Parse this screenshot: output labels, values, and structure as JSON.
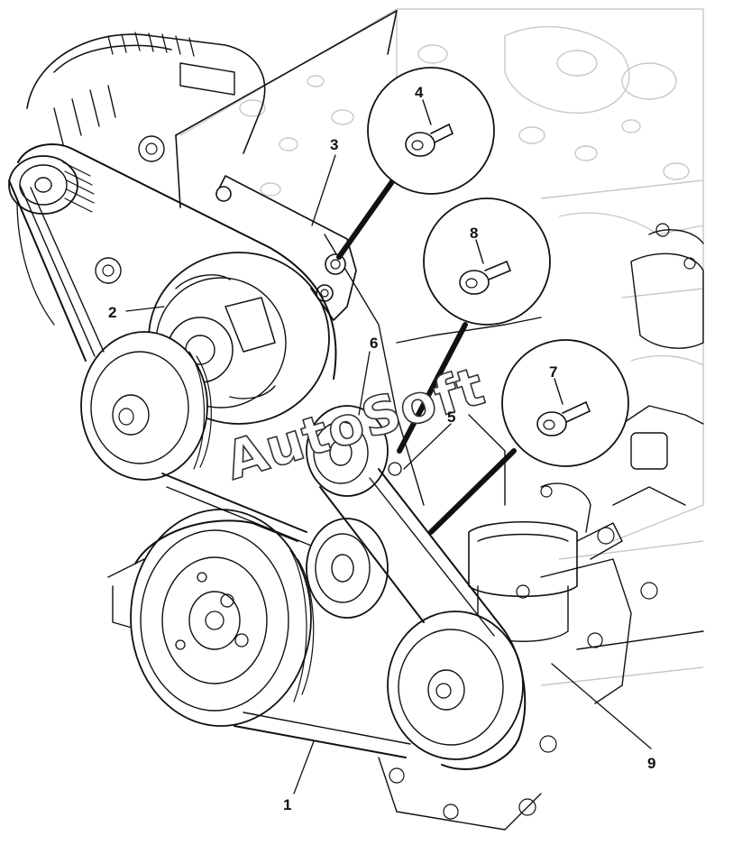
{
  "callouts": {
    "c1": "1",
    "c2": "2",
    "c3": "3",
    "c4": "4",
    "c5": "5",
    "c6": "6",
    "c7": "7",
    "c8": "8",
    "c9": "9"
  },
  "watermark": "AutoSoft",
  "colors": {
    "line": "#111111",
    "ghost": "#c8c8c8",
    "background": "#ffffff"
  }
}
